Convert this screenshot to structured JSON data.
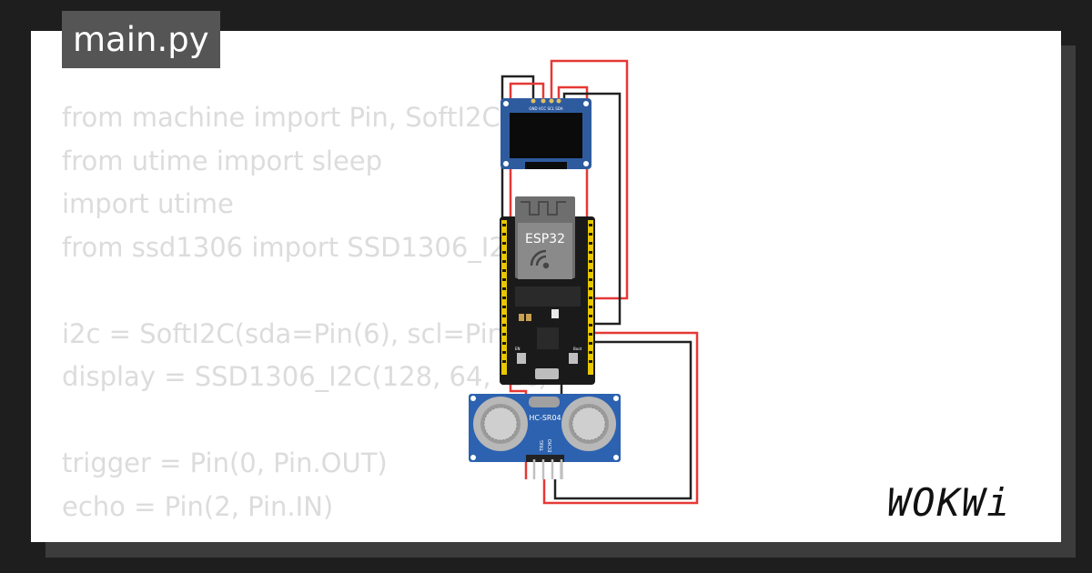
{
  "file_tab": {
    "label": "main.py"
  },
  "code_lines": [
    "from machine import Pin, SoftI2C",
    "from utime import sleep",
    "import utime",
    "from ssd1306 import SSD1306_I2C",
    "",
    "i2c = SoftI2C(sda=Pin(6), scl=Pin(5))",
    "display = SSD1306_I2C(128, 64, i2c)",
    "",
    "trigger = Pin(0, Pin.OUT)",
    "echo = Pin(2, Pin.IN)"
  ],
  "circuit": {
    "oled": {
      "pin_labels": "GND VCC SCL SDA",
      "icon": "oled-display"
    },
    "mcu": {
      "label": "ESP32",
      "wifi_icon": "wifi-icon",
      "boot_label": "Boot",
      "en_label": "EN"
    },
    "ultrasonic": {
      "label": "HC-SR04",
      "pin_trig": "TRIG",
      "pin_echo": "ECHO"
    },
    "wire_colors": {
      "power": "#e53935",
      "ground": "#222222"
    }
  },
  "brand": {
    "logo_text": "WOKWi"
  },
  "colors": {
    "background": "#1e1e1e",
    "card": "#ffffff",
    "card_shadow": "#3c3c3c",
    "tab": "#555555",
    "code_text": "#dcdcdc",
    "oled_blue": "#2e5b9e",
    "sensor_blue": "#2c62b0",
    "board_black": "#1a1a1a"
  }
}
